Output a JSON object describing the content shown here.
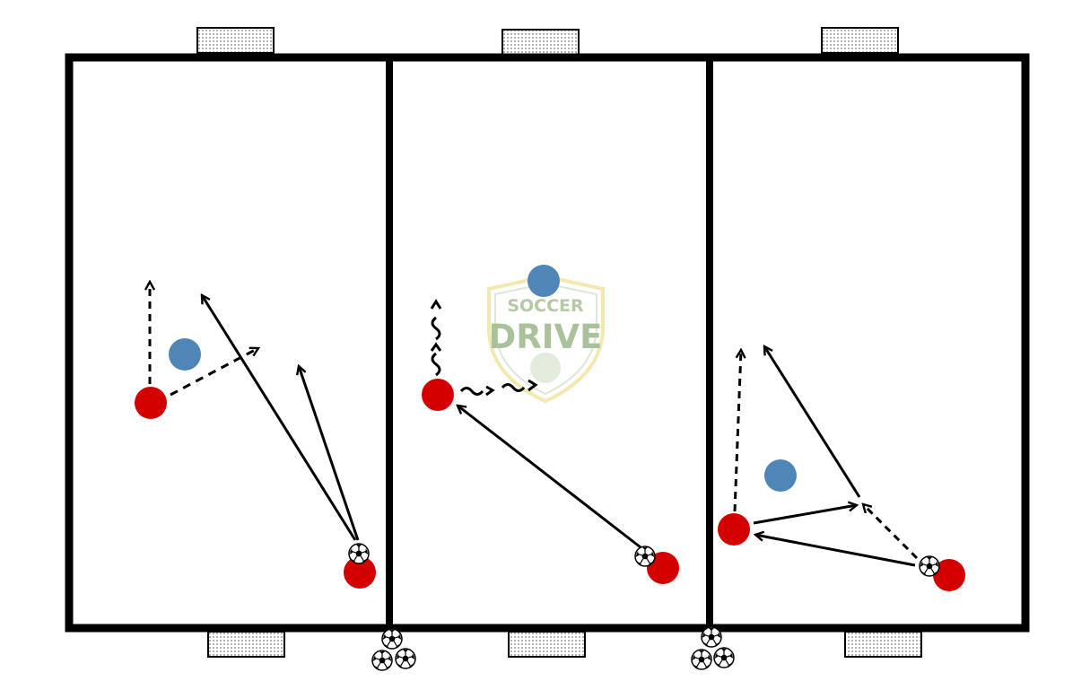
{
  "logo": {
    "line1": "SOCCER",
    "line2": "DRIVE",
    "colors": {
      "green": "#9cb88a",
      "gold": "#f3e4a4"
    }
  },
  "colors": {
    "attacker": "#d40000",
    "defender": "#4f86b8",
    "line": "#000000",
    "field_border": "#000000",
    "goal_fill": "#e6e6e6"
  },
  "fields": [
    {
      "id": "grid-1",
      "attackers": 2,
      "defenders": 1,
      "ball_at": "bottom-right"
    },
    {
      "id": "grid-2",
      "attackers": 2,
      "defenders": 1,
      "ball_at": "bottom-right"
    },
    {
      "id": "grid-3",
      "attackers": 2,
      "defenders": 1,
      "ball_at": "bottom-right"
    }
  ],
  "legend_icons": [
    "soccer-ball-icon",
    "pass-arrow-icon",
    "run-arrow-icon",
    "dribble-arrow-icon",
    "goal-icon"
  ]
}
